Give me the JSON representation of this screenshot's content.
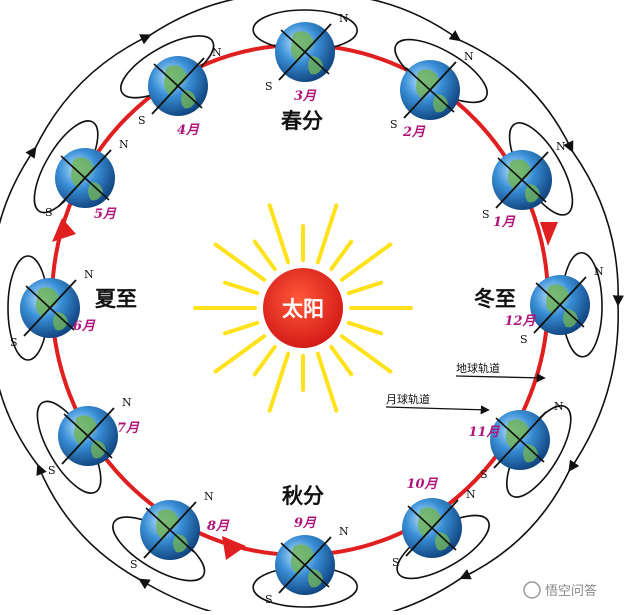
{
  "sun": {
    "label": "太阳"
  },
  "seasons": {
    "spring": "春分",
    "summer": "夏至",
    "autumn": "秋分",
    "winter": "冬至"
  },
  "months": [
    "1月",
    "2月",
    "3月",
    "4月",
    "5月",
    "6月",
    "7月",
    "8月",
    "9月",
    "10月",
    "11月",
    "12月"
  ],
  "axis_labels": {
    "north": "N",
    "south": "S"
  },
  "orbit_labels": {
    "earth_orbit": "地球轨道",
    "moon_orbit": "月球轨道"
  },
  "watermark": {
    "text": "悟空问答"
  },
  "colors": {
    "orbit": "#e02020",
    "sun_core": "#e02020",
    "sun_rays": "#ffe21a",
    "month_label": "#b0157a",
    "earth_ocean": "#3a8fd6",
    "earth_land": "#6fb35a"
  }
}
